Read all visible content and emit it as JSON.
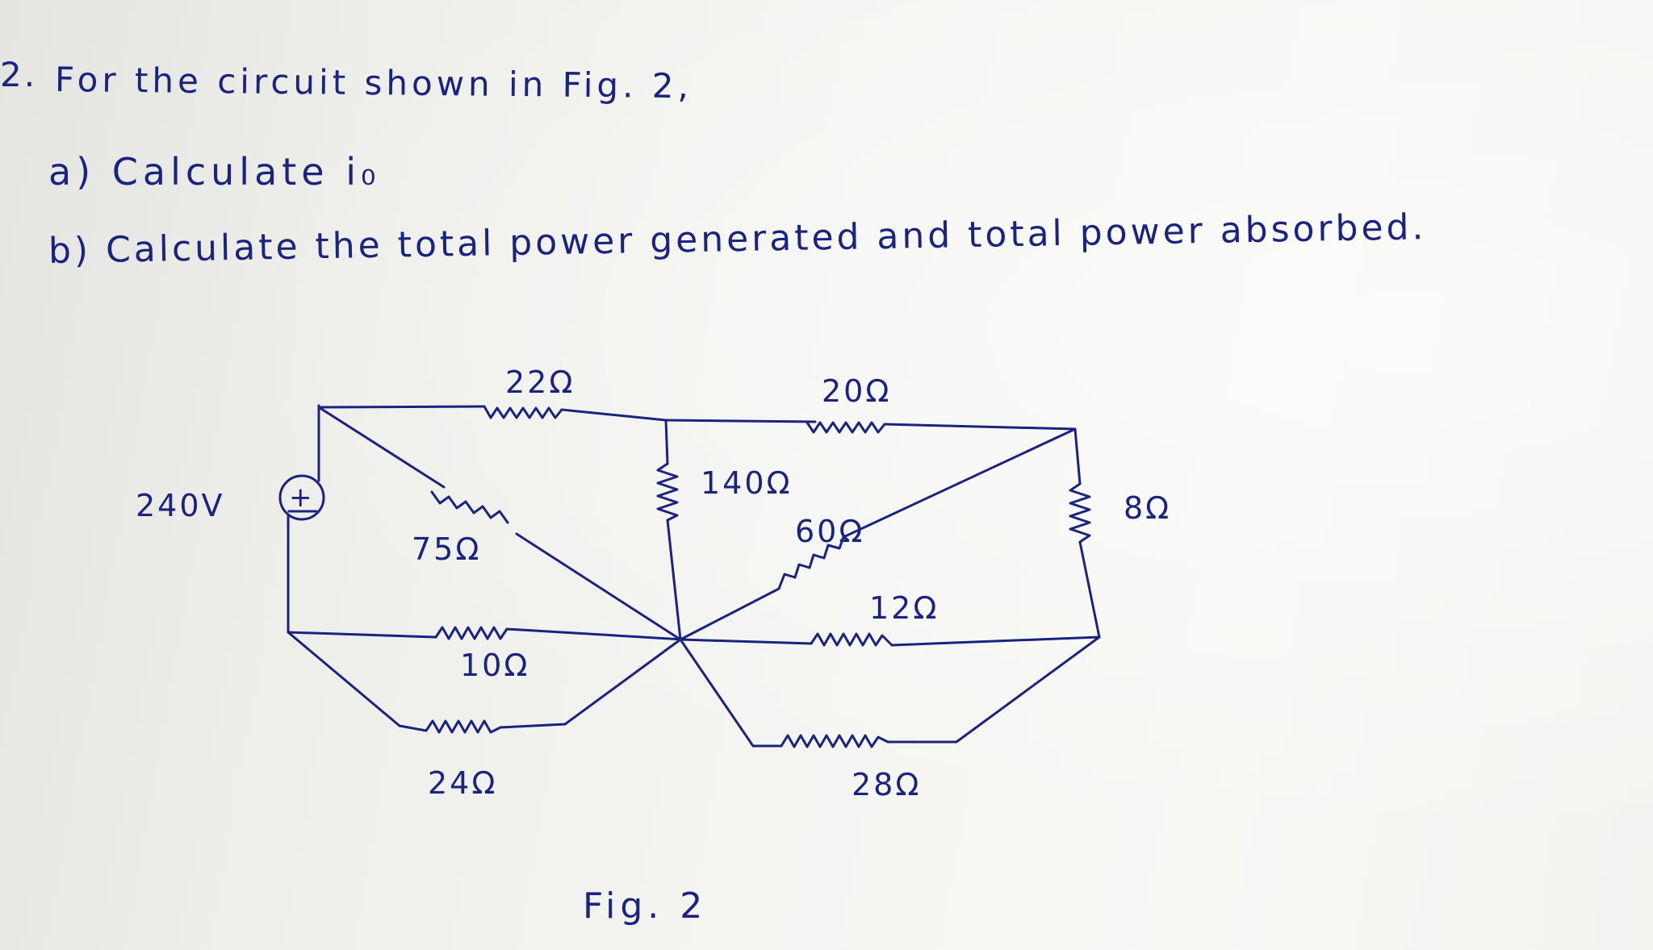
{
  "question": {
    "number": "2.",
    "text": "For the circuit shown in Fig. 2,",
    "part_a": "a) Calculate i₀",
    "part_b": "b) Calculate the total power generated and total power absorbed."
  },
  "circuit": {
    "source": {
      "value": "240V",
      "symbol": "+"
    },
    "resistors": {
      "r22": "22Ω",
      "r20": "20Ω",
      "r140": "140Ω",
      "r75": "75Ω",
      "r60": "60Ω",
      "r8": "8Ω",
      "r12": "12Ω",
      "r10": "10Ω",
      "r24": "24Ω",
      "r28": "28Ω"
    }
  },
  "figure_caption": "Fig. 2",
  "colors": {
    "ink": "#1a237e",
    "paper": "#f4f4f1"
  }
}
